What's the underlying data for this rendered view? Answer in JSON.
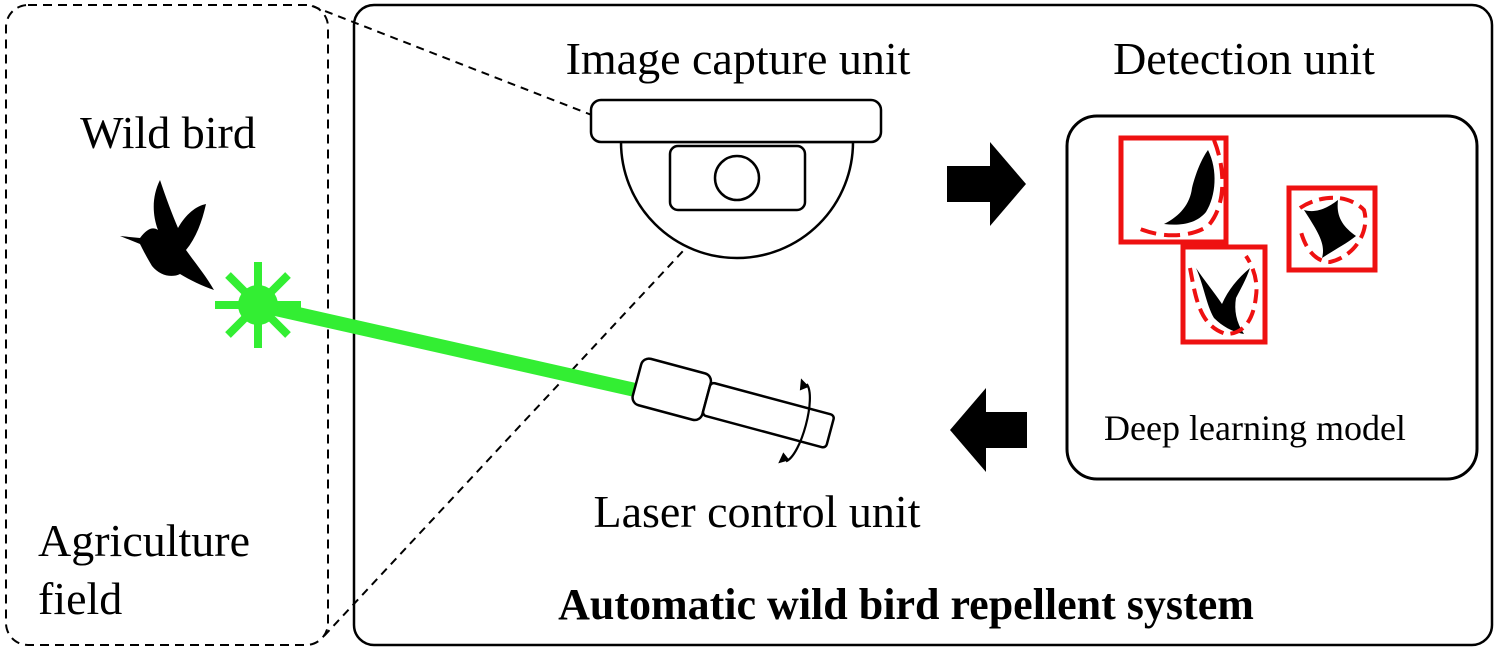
{
  "labels": {
    "wild_bird": "Wild bird",
    "field_line1": "Agriculture",
    "field_line2": "field",
    "image_capture": "Image capture unit",
    "detection": "Detection unit",
    "laser_control": "Laser control unit",
    "model": "Deep learning model",
    "system": "Automatic wild bird repellent system"
  },
  "colors": {
    "laser": "#33ee33",
    "detection_box": "#ee1111",
    "outline": "#000000"
  },
  "icons": {
    "bird": "bird-silhouette-icon",
    "camera": "dome-camera-icon",
    "laser": "laser-pointer-icon",
    "arrow_right": "arrow-right-icon",
    "arrow_left": "arrow-left-icon"
  }
}
